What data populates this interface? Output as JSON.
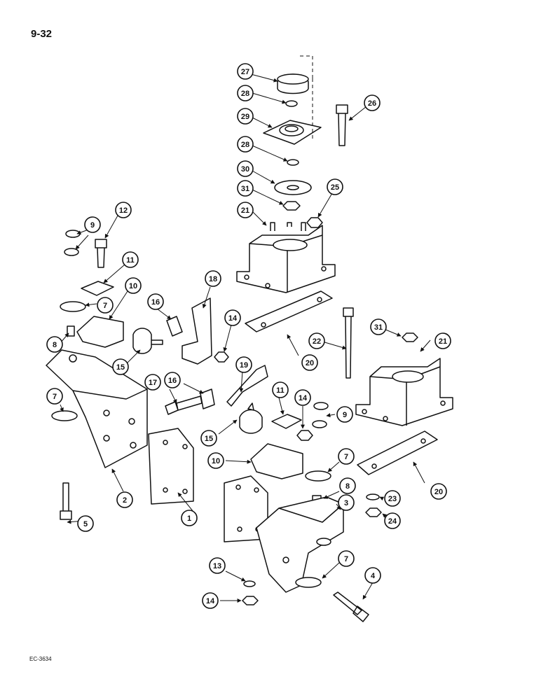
{
  "page": {
    "number": "9-32",
    "ref_code": "EC-3634"
  },
  "callouts": [
    {
      "id": "c27",
      "label": "27"
    },
    {
      "id": "c28a",
      "label": "28"
    },
    {
      "id": "c29",
      "label": "29"
    },
    {
      "id": "c26",
      "label": "26"
    },
    {
      "id": "c28b",
      "label": "28"
    },
    {
      "id": "c30",
      "label": "30"
    },
    {
      "id": "c31a",
      "label": "31"
    },
    {
      "id": "c25",
      "label": "25"
    },
    {
      "id": "c21a",
      "label": "21"
    },
    {
      "id": "c12",
      "label": "12"
    },
    {
      "id": "c9a",
      "label": "9"
    },
    {
      "id": "c11a",
      "label": "11"
    },
    {
      "id": "c10a",
      "label": "10"
    },
    {
      "id": "c7a",
      "label": "7"
    },
    {
      "id": "c8a",
      "label": "8"
    },
    {
      "id": "c16a",
      "label": "16"
    },
    {
      "id": "c18",
      "label": "18"
    },
    {
      "id": "c14a",
      "label": "14"
    },
    {
      "id": "c15a",
      "label": "15"
    },
    {
      "id": "c22",
      "label": "22"
    },
    {
      "id": "c31b",
      "label": "31"
    },
    {
      "id": "c21b",
      "label": "21"
    },
    {
      "id": "c20a",
      "label": "20"
    },
    {
      "id": "c19",
      "label": "19"
    },
    {
      "id": "c17",
      "label": "17"
    },
    {
      "id": "c16b",
      "label": "16"
    },
    {
      "id": "c7b",
      "label": "7"
    },
    {
      "id": "c11b",
      "label": "11"
    },
    {
      "id": "c14b",
      "label": "14"
    },
    {
      "id": "c9b",
      "label": "9"
    },
    {
      "id": "c15b",
      "label": "15"
    },
    {
      "id": "c10b",
      "label": "10"
    },
    {
      "id": "c7c",
      "label": "7"
    },
    {
      "id": "c2",
      "label": "2"
    },
    {
      "id": "c8b",
      "label": "8"
    },
    {
      "id": "c3",
      "label": "3"
    },
    {
      "id": "c23",
      "label": "23"
    },
    {
      "id": "c24",
      "label": "24"
    },
    {
      "id": "c20b",
      "label": "20"
    },
    {
      "id": "c1",
      "label": "1"
    },
    {
      "id": "c5",
      "label": "5"
    },
    {
      "id": "c13",
      "label": "13"
    },
    {
      "id": "c7d",
      "label": "7"
    },
    {
      "id": "c4",
      "label": "4"
    },
    {
      "id": "c14c",
      "label": "14"
    }
  ]
}
